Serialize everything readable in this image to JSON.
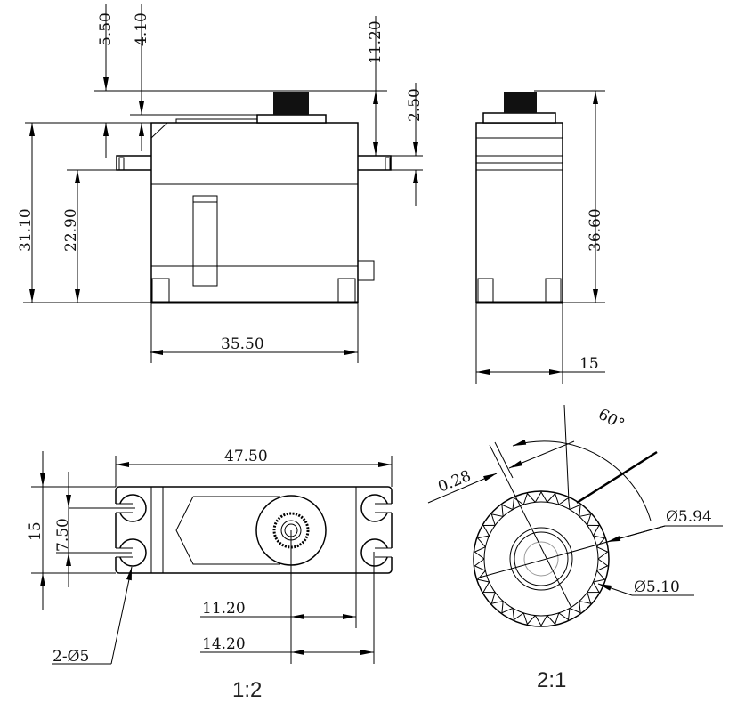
{
  "front_view": {
    "dims": {
      "d5_50": "5.50",
      "d4_10": "4.10",
      "d11_20": "11.20",
      "d2_50": "2.50",
      "d31_10": "31.10",
      "d22_90": "22.90",
      "d35_50": "35.50"
    }
  },
  "side_view": {
    "dims": {
      "d36_60": "36.60",
      "d15": "15"
    }
  },
  "top_view": {
    "dims": {
      "d47_50": "47.50",
      "d15": "15",
      "d7_50": "7.50",
      "d11_20": "11.20",
      "d14_20": "14.20",
      "holes": "2-Ø5"
    },
    "scale": "1:2"
  },
  "gear_detail": {
    "dims": {
      "angle": "60°",
      "d0_28": "0.28",
      "dia5_94": "Ø5.94",
      "dia5_10": "Ø5.10"
    },
    "scale": "2:1"
  }
}
